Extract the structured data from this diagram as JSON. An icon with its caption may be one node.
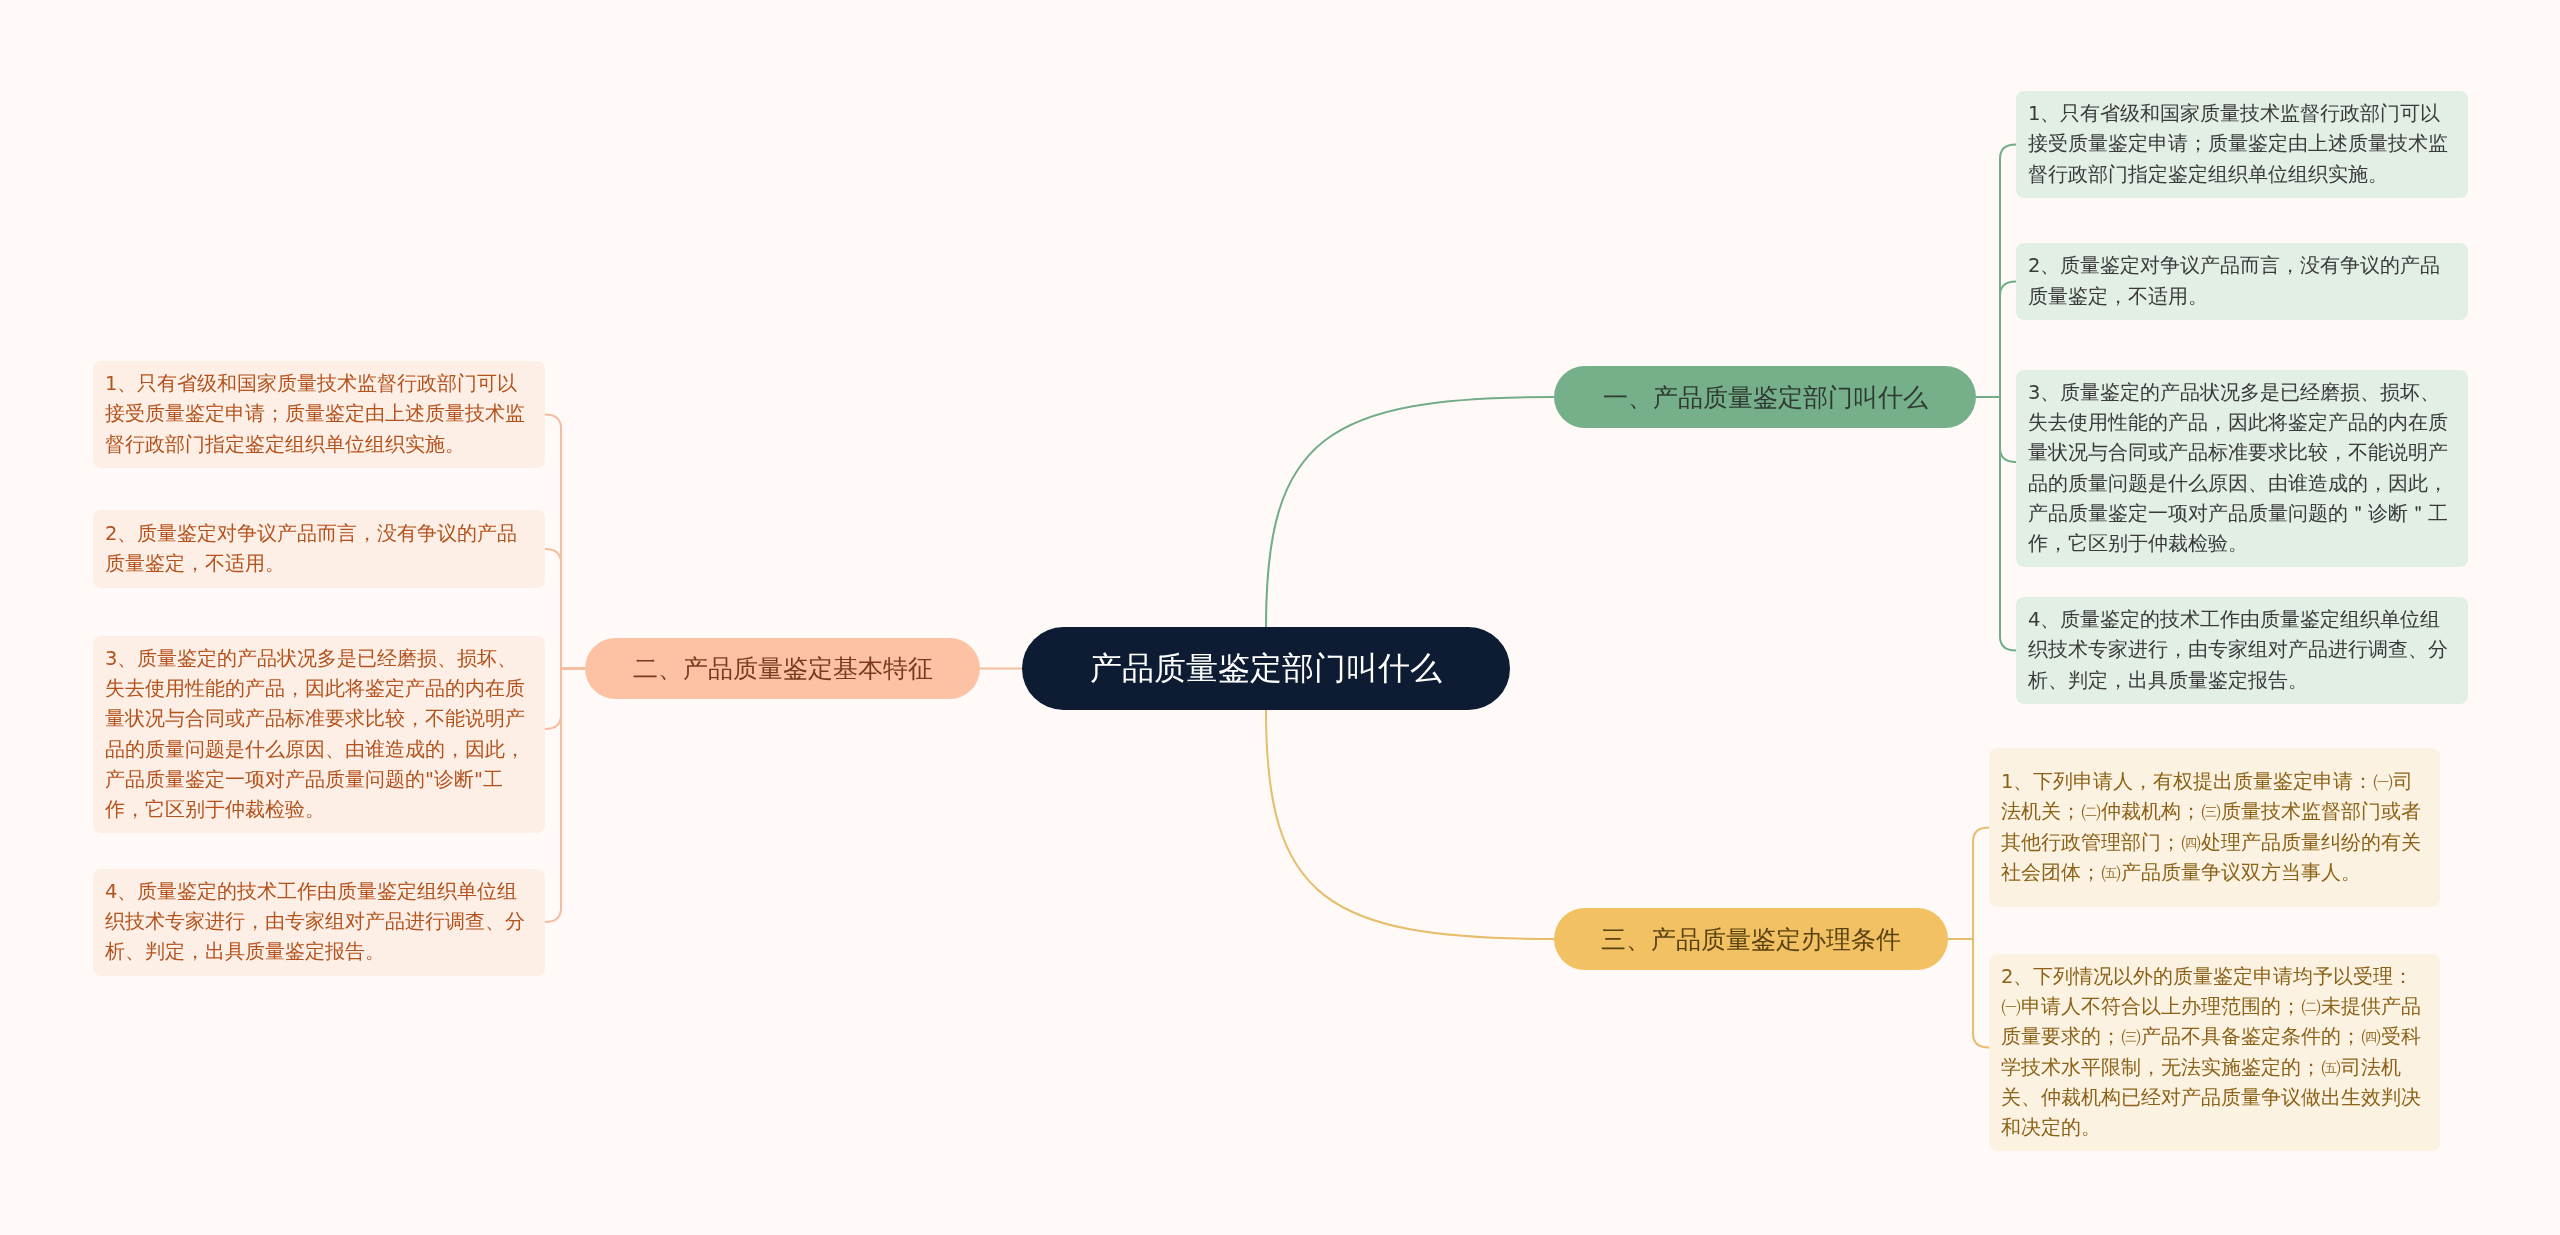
{
  "diagram": {
    "nodes": [
      {
        "text": [
          "产品质量鉴定部门叫什么"
        ]
      },
      {
        "text": [
          "一、产品质量鉴定部门叫什么"
        ]
      },
      {
        "text": [
          "1、只有省级和国家质量技术监督行政部门可以接受质量鉴定申请；质量鉴定由上述质量技术监督行政部门指定鉴定组织单位组织实施。"
        ]
      },
      {
        "text": [
          "2、质量鉴定对争议产品而言，没有争议的产品质量鉴定，不适用。"
        ]
      },
      {
        "text": [
          "3、质量鉴定的产品状况多是已经磨损、损坏、失去使用性能的产品，因此将鉴定产品的内在质量状况与合同或产品标准要求比较，不能说明产品的质量问题是什么原因、由谁造成的，因此，产品质量鉴定一项对产品质量问题的＂诊断＂工作，它区别于仲裁检验。"
        ]
      },
      {
        "text": [
          "4、质量鉴定的技术工作由质量鉴定组织单位组织技术专家进行，由专家组对产品进行调查、分析、判定，出具质量鉴定报告。"
        ]
      },
      {
        "text": [
          "二、产品质量鉴定基本特征"
        ]
      },
      {
        "text": [
          "1、只有省级和国家质量技术监督行政部门可以接受质量鉴定申请；质量鉴定由上述质量技术监督行政部门指定鉴定组织单位组织实施。"
        ]
      },
      {
        "text": [
          "2、质量鉴定对争议产品而言，没有争议的产品质量鉴定，不适用。"
        ]
      },
      {
        "text": [
          "3、质量鉴定的产品状况多是已经磨损、损坏、失去使用性能的产品，因此将鉴定产品的内在质量状况与合同或产品标准要求比较，不能说明产品的质量问题是什么原因、由谁造成的，因此，产品质量鉴定一项对产品质量问题的\"诊断\"工作，它区别于仲裁检验。"
        ]
      },
      {
        "text": [
          "4、质量鉴定的技术工作由质量鉴定组织单位组织技术专家进行，由专家组对产品进行调查、分析、判定，出具质量鉴定报告。"
        ]
      },
      {
        "text": [
          "三、产品质量鉴定办理条件"
        ]
      },
      {
        "text": [
          "1、下列申请人，有权提出质量鉴定申请：㈠司法机关；㈡仲裁机构；㈢质量技术监督部门或者其他行政管理部门；㈣处理产品质量纠纷的有关社会团体；㈤产品质量争议双方当事人。"
        ]
      },
      {
        "text": [
          "2、下列情况以外的质量鉴定申请均予以受理：㈠申请人不符合以上办理范围的；㈡未提供产品质量要求的；㈢产品不具备鉴定条件的；㈣受科学技术水平限制，无法实施鉴定的；㈤司法机关、仲裁机构已经对产品质量争议做出生效判决和决定的。"
        ]
      }
    ],
    "edges": [
      {
        "from": 0,
        "to": 1,
        "arrow": "none",
        "color": "#72ad88"
      },
      {
        "from": 0,
        "to": 6,
        "arrow": "none",
        "color": "#f5bd9e"
      },
      {
        "from": 0,
        "to": 11,
        "arrow": "none",
        "color": "#e6bd6a"
      },
      {
        "from": 1,
        "to": 2,
        "arrow": "none",
        "color": "#72ad88"
      },
      {
        "from": 1,
        "to": 3,
        "arrow": "none",
        "color": "#72ad88"
      },
      {
        "from": 1,
        "to": 4,
        "arrow": "none",
        "color": "#72ad88"
      },
      {
        "from": 1,
        "to": 5,
        "arrow": "none",
        "color": "#72ad88"
      },
      {
        "from": 6,
        "to": 7,
        "arrow": "none",
        "color": "#f5bd9e"
      },
      {
        "from": 6,
        "to": 8,
        "arrow": "none",
        "color": "#f5bd9e"
      },
      {
        "from": 6,
        "to": 9,
        "arrow": "none",
        "color": "#f5bd9e"
      },
      {
        "from": 6,
        "to": 10,
        "arrow": "none",
        "color": "#f5bd9e"
      },
      {
        "from": 11,
        "to": 12,
        "arrow": "none",
        "color": "#e6bd6a"
      },
      {
        "from": 11,
        "to": 13,
        "arrow": "none",
        "color": "#e6bd6a"
      }
    ]
  }
}
